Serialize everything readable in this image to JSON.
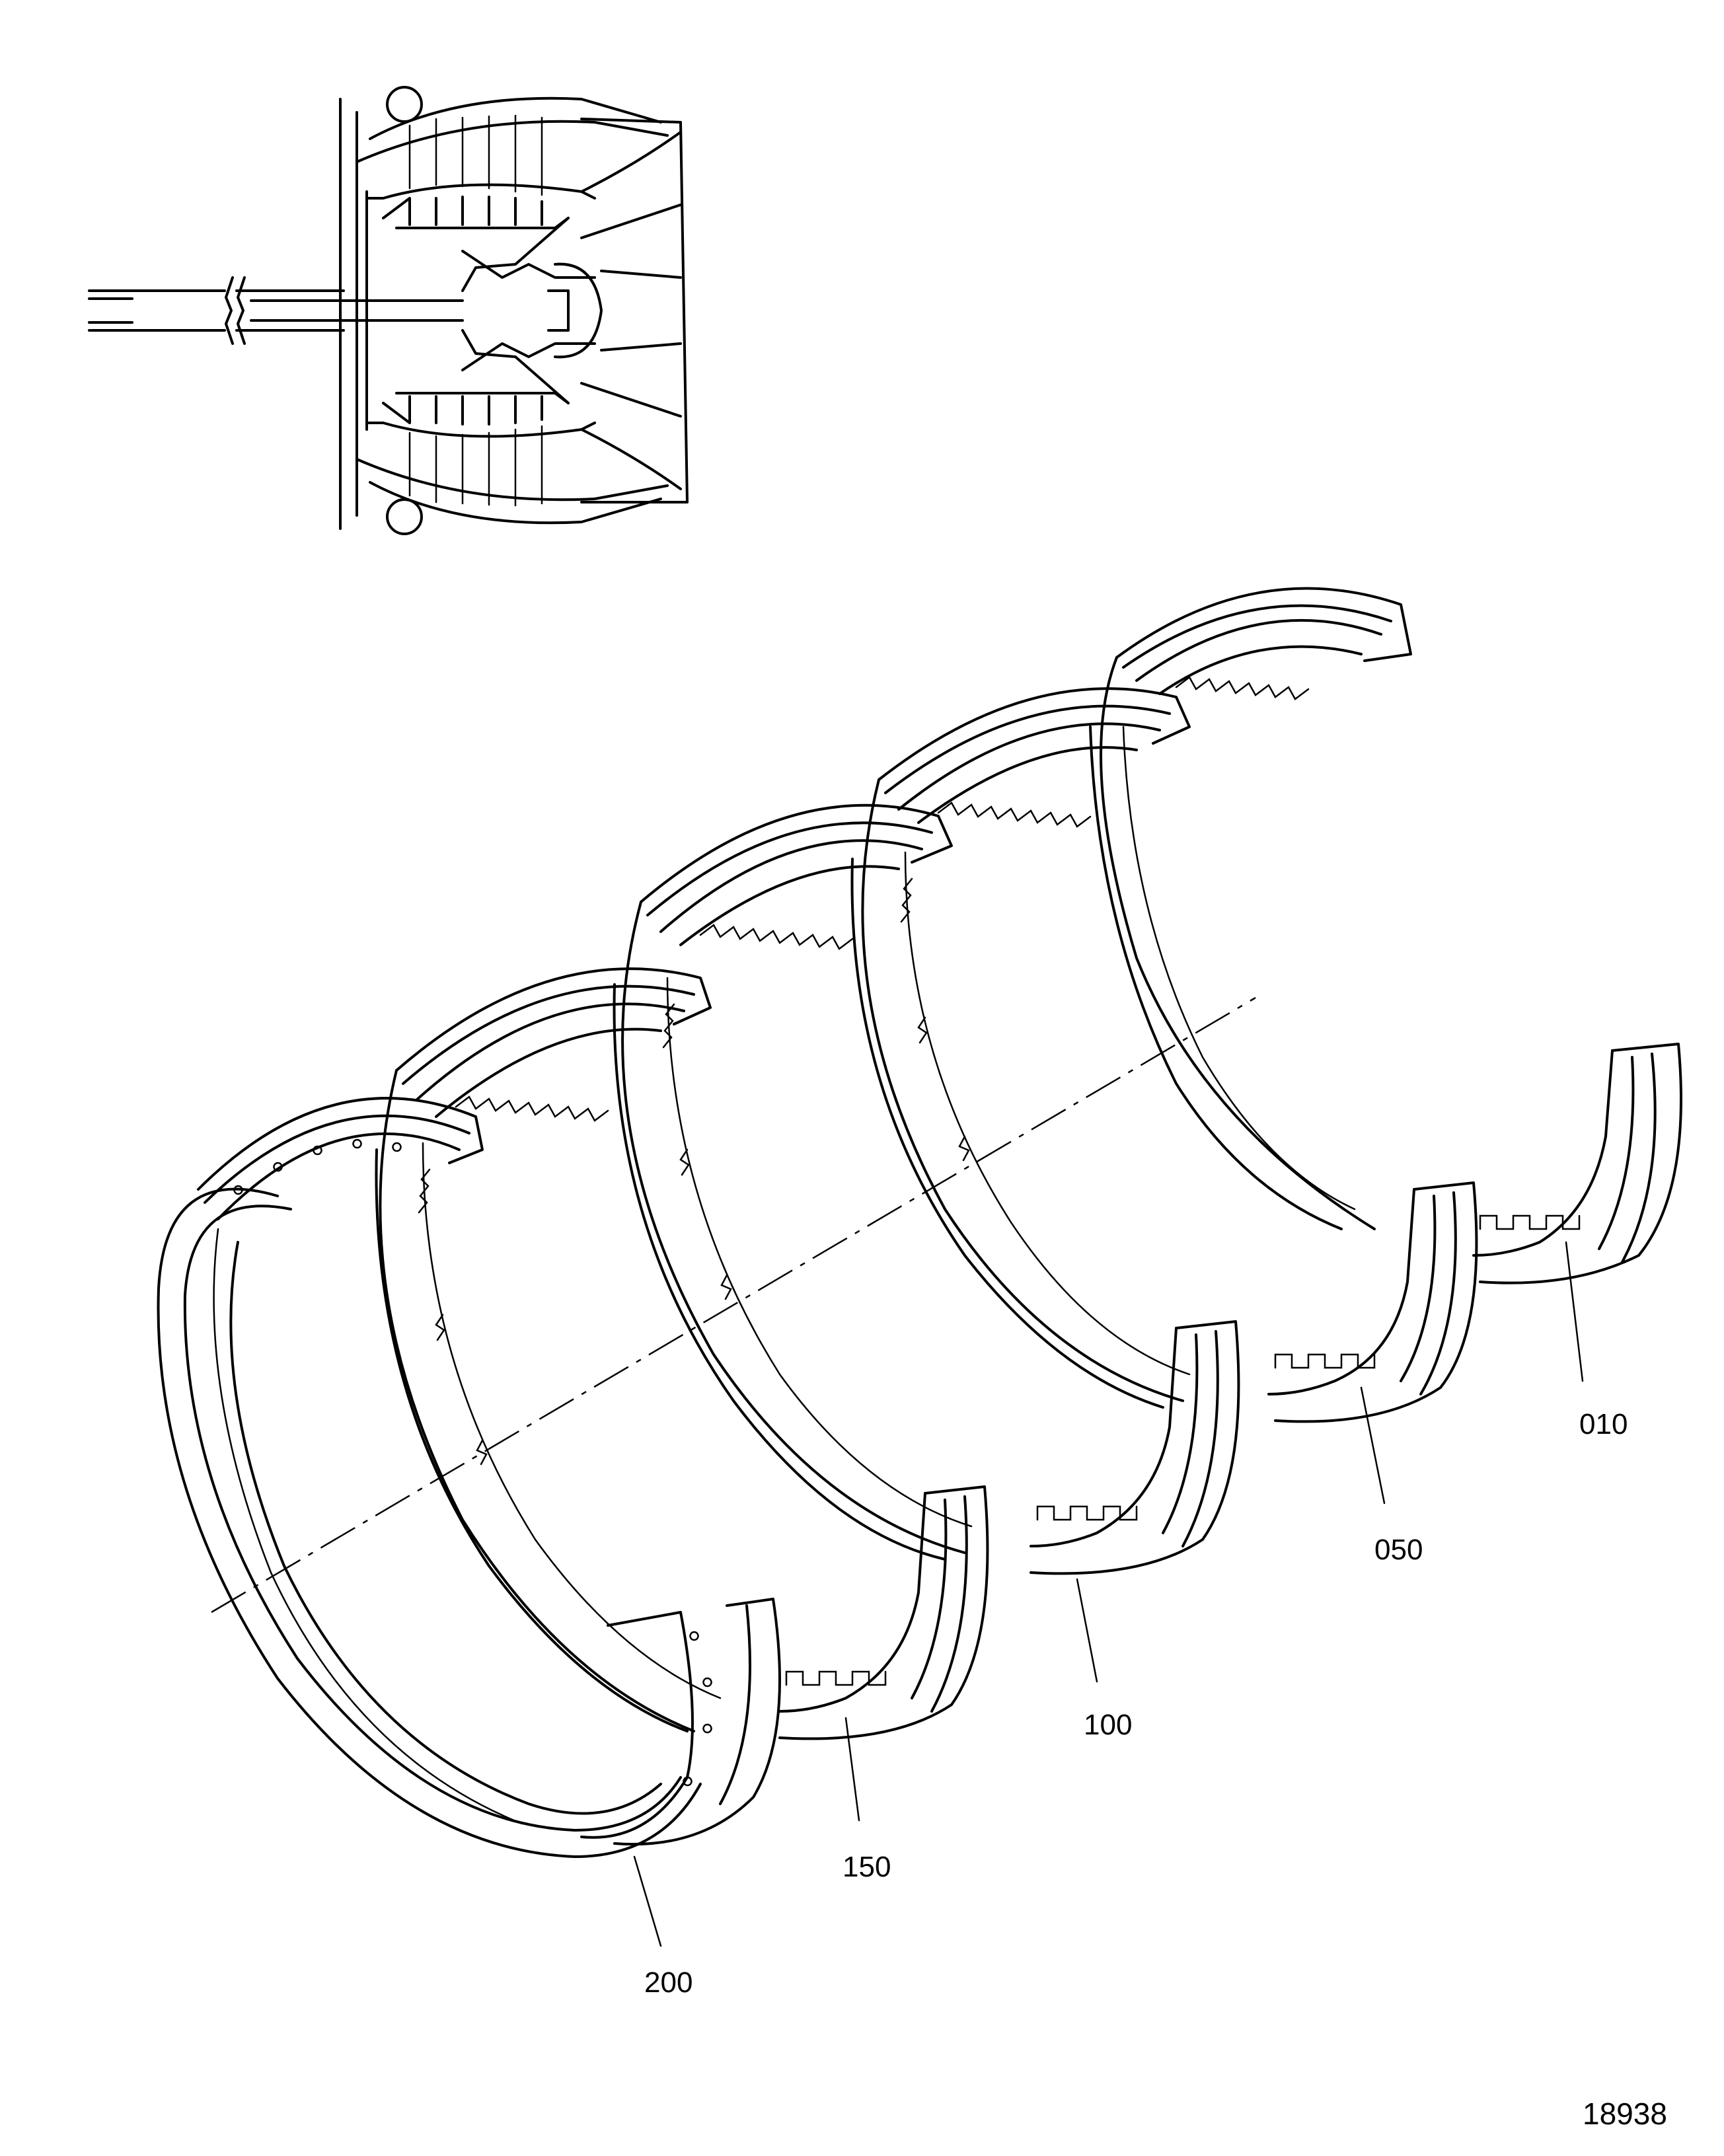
{
  "figure": {
    "number": "18938",
    "callouts": [
      {
        "label": "010"
      },
      {
        "label": "050"
      },
      {
        "label": "100"
      },
      {
        "label": "150"
      },
      {
        "label": "200"
      }
    ]
  }
}
